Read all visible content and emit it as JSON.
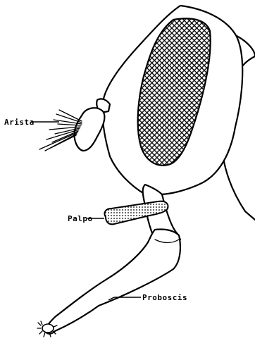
{
  "labels": {
    "arista": "Arista",
    "palpo": "Palpo",
    "proboscis": "Proboscis"
  },
  "colors": {
    "ink": "#000000",
    "paper": "#ffffff"
  }
}
